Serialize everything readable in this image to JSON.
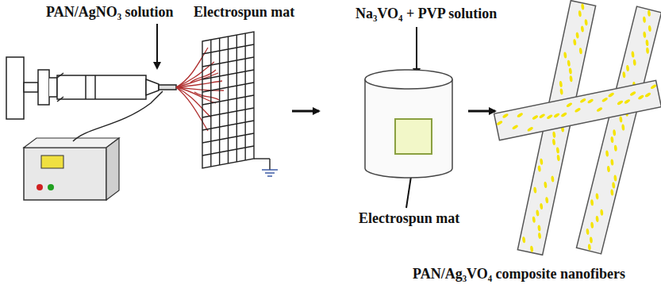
{
  "diagram": {
    "labels": [
      "PAN/AgNO₃ solution",
      "Electrospun mat",
      "Na₃VO₄ + PVP solution",
      "Electrospun mat",
      "PAN/Ag₃VO₄ composite nanofibers"
    ]
  }
}
